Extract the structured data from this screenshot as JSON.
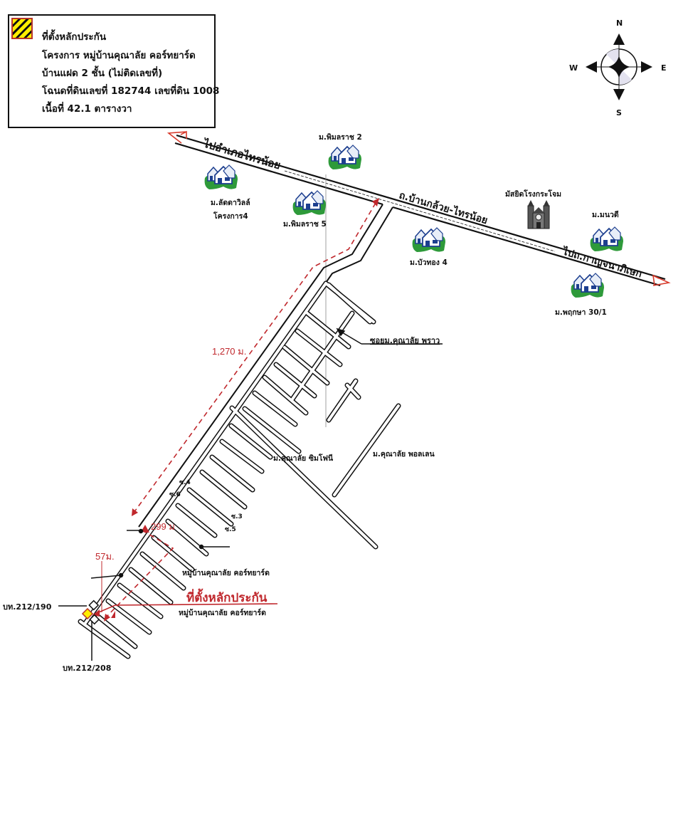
{
  "legend": {
    "title": "ที่ตั้งหลักประกัน",
    "lines": [
      "โครงการ หมู่บ้านคุณาลัย คอร์ทยาร์ด",
      "บ้านแฝด 2 ชั้น (ไม่ติดเลขที่)",
      "โฉนดที่ดินเลขที่ 182744 เลขที่ดิน 1008",
      "เนื้อที่ 42.1 ตารางวา"
    ],
    "swatch_colors": {
      "fill": "#ffee00",
      "hatch": "#111111",
      "border": "#b9362a"
    }
  },
  "compass": {
    "n": "N",
    "s": "S",
    "e": "E",
    "w": "W"
  },
  "roads": {
    "main_road": "ถ.บ้านกล้วย-ไทรน้อย",
    "to_west": "ไปอำเภอไทรน้อย",
    "to_east": "ไปถ.กาญจนาภิเษก",
    "soi": "ซอยม.คุณาลัย พราว"
  },
  "places": {
    "lakeview_1": "ม.ลัดดาวิลล์",
    "lakeview_2": "โครงการ4",
    "pimonrat2": "ม.พิมลราช 2",
    "pimonrat5": "ม.พิมลราช 5",
    "buathong4": "ม.บัวทอง 4",
    "mosque": "มัสยิดโรงกระโจม",
    "manawadee": "ม.มนวดี",
    "pruksa": "ม.พฤกษา 30/1",
    "symphony": "ม.คุณาลัย ซิมโฟนี",
    "pollen": "ม.คุณาลัย พอลเลน",
    "courtyard_1": "หมู่บ้านคุณาลัย คอร์ทยาร์ด",
    "courtyard_2": "หมู่บ้านคุณาลัย คอร์ทยาร์ด"
  },
  "soi_labels": {
    "s4": "ซ.4",
    "s6": "ซ.6",
    "s3": "ซ.3",
    "s5": "ซ.5"
  },
  "distances": {
    "d1": "1,270 ม.",
    "d2": "299 ม",
    "d3": "57ม."
  },
  "collateral": {
    "label": "ที่ตั้งหลักประกัน",
    "neighbor_north": "บท.212/190",
    "neighbor_south": "บท.212/208",
    "marker_color": "#ffee00"
  },
  "colors": {
    "accent_red": "#c0282d",
    "road": "#111111",
    "green": "#2e9a3a",
    "house_blue": "#1d3f8f"
  }
}
